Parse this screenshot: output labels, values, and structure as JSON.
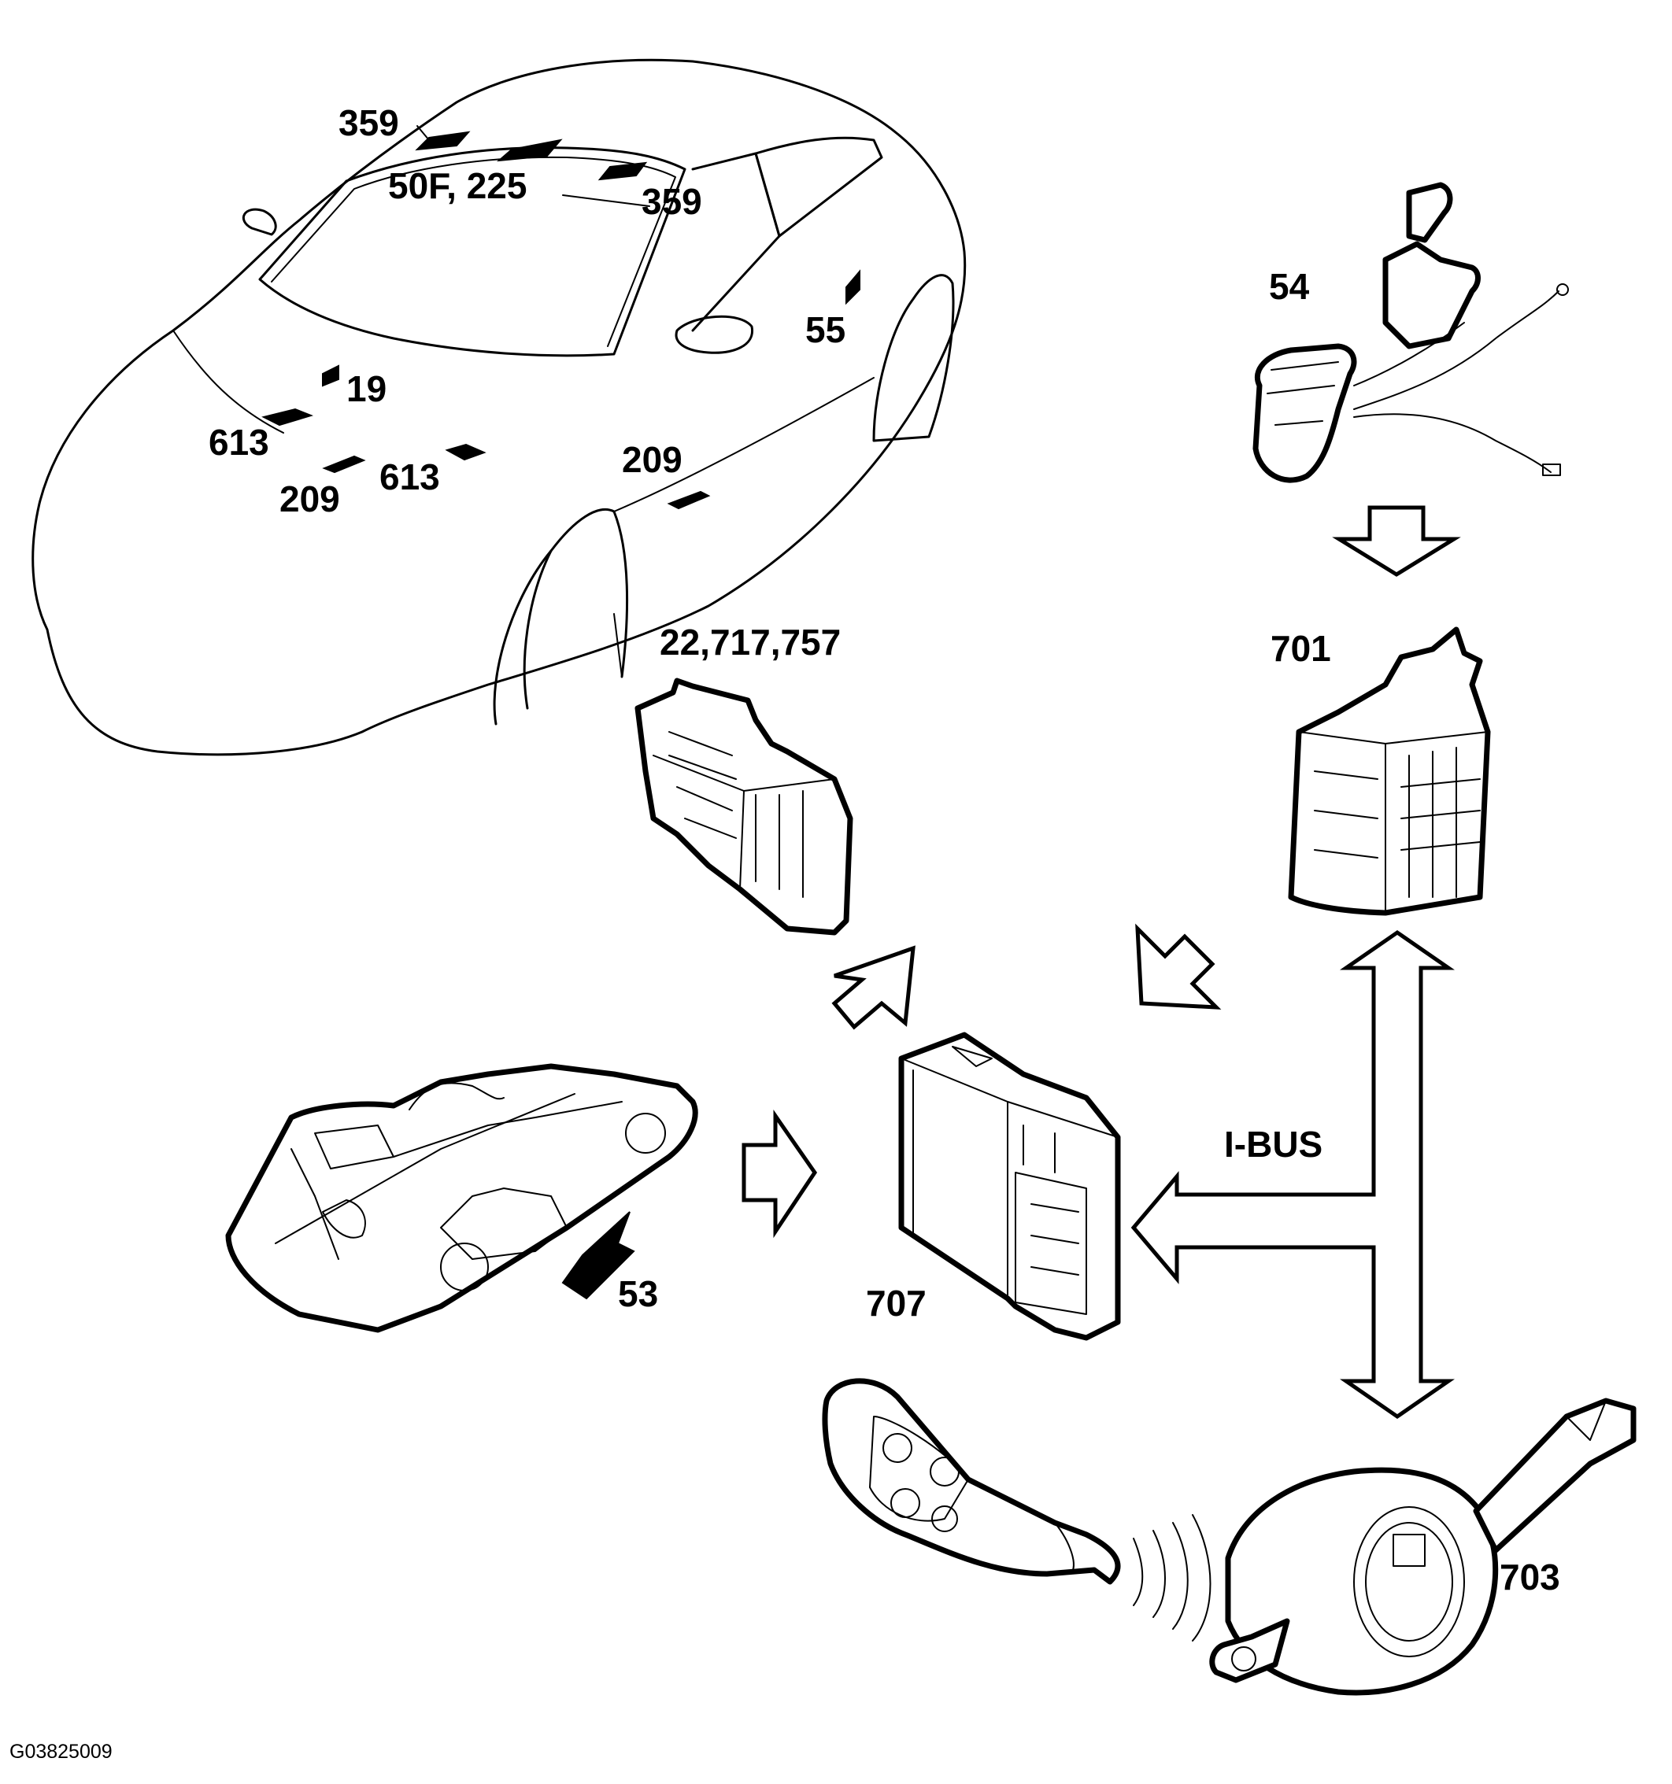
{
  "car_labels": {
    "l359_left": "359",
    "l50f_225": "50F, 225",
    "l359_right": "359",
    "l55": "55",
    "l19": "19",
    "l613_left": "613",
    "l209_left": "209",
    "l613_mid": "613",
    "l209_right": "209"
  },
  "component_labels": {
    "l54": "54",
    "l701": "701",
    "l22_717_757": "22,717,757",
    "l53": "53",
    "l707": "707",
    "l703": "703"
  },
  "bus_label": "I-BUS",
  "figure_code": "G03825009"
}
